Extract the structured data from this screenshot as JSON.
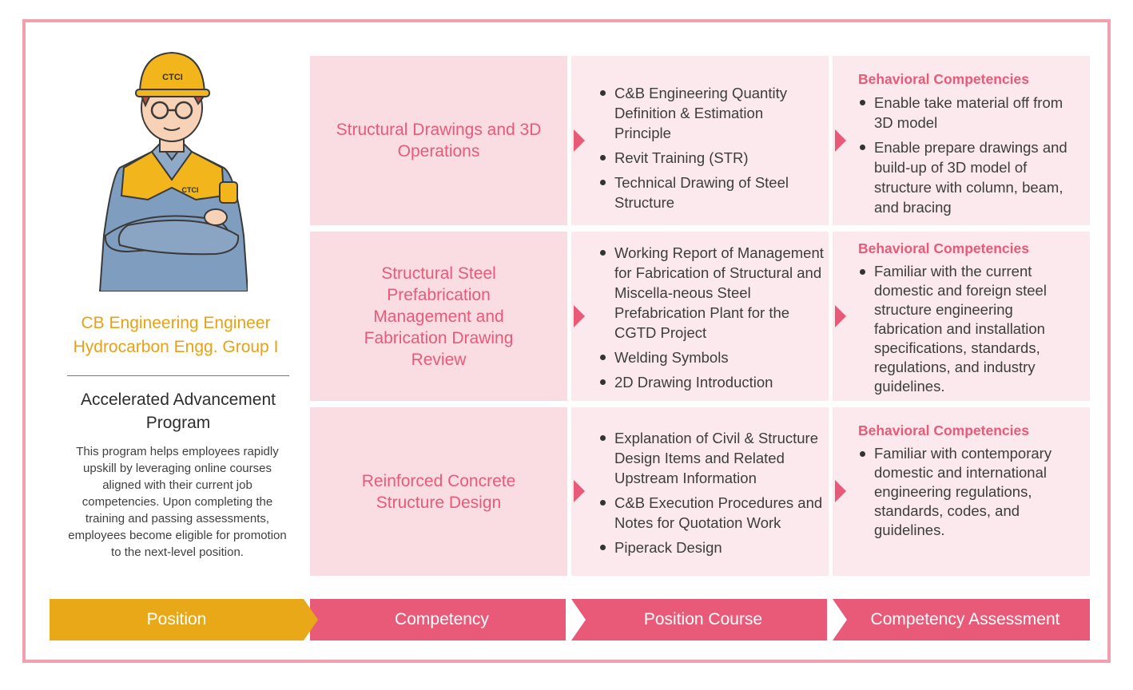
{
  "position": {
    "title_line1": "CB Engineering Engineer",
    "title_line2": "Hydrocarbon Engg. Group I",
    "logo_text": "CTCI"
  },
  "program": {
    "title_line1": "Accelerated Advancement",
    "title_line2": "Program",
    "description": "This program helps employees rapidly upskill by leveraging online courses aligned with their current job competencies. Upon completing the training and passing assessments, employees become eligible for promotion to the next-level position."
  },
  "rows": [
    {
      "competency": "Structural Drawings and 3D Operations",
      "courses": [
        "C&B Engineering Quantity Definition & Estimation Principle",
        "Revit Training (STR)",
        "Technical Drawing of Steel Structure"
      ],
      "assessment_heading": "Behavioral Competencies",
      "assessment_items": [
        "Enable take material off from 3D model",
        "Enable prepare drawings and build-up of 3D model of structure with column, beam, and bracing"
      ]
    },
    {
      "competency": "Structural Steel Prefabrication Management and Fabrication Drawing Review",
      "courses": [
        "Working Report of Management for Fabrication of Structural and Miscella-neous Steel Prefabrication Plant for the CGTD Project",
        "Welding Symbols",
        "2D Drawing Introduction"
      ],
      "assessment_heading": "Behavioral Competencies",
      "assessment_items": [
        "Familiar with the current domestic and foreign steel structure engineering fabrication and installation specifications, standards, regulations, and industry guidelines."
      ]
    },
    {
      "competency": "Reinforced Concrete Structure Design",
      "courses": [
        "Explanation of Civil & Structure Design Items and Related Upstream Information",
        "C&B Execution Procedures and Notes for Quotation Work",
        "Piperack Design"
      ],
      "assessment_heading": "Behavioral Competencies",
      "assessment_items": [
        "Familiar with contemporary domestic and international engineering regulations, standards, codes, and guidelines."
      ]
    }
  ],
  "footer": {
    "position": "Position",
    "competency": "Competency",
    "course": "Position Course",
    "assessment": "Competency Assessment"
  },
  "colors": {
    "accent_pink": "#e85a78",
    "accent_yellow": "#e8a117",
    "frame": "#f2a0ad"
  }
}
